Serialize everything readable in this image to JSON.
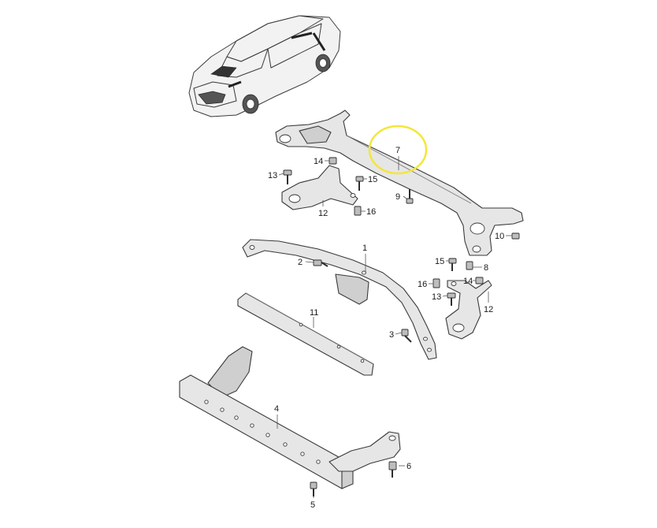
{
  "highlight_color": "#f4e63a",
  "callouts": [
    {
      "id": "c1",
      "text": "1"
    },
    {
      "id": "c2",
      "text": "2"
    },
    {
      "id": "c3",
      "text": "3"
    },
    {
      "id": "c4",
      "text": "4"
    },
    {
      "id": "c5",
      "text": "5"
    },
    {
      "id": "c6",
      "text": "6"
    },
    {
      "id": "c7",
      "text": "7"
    },
    {
      "id": "c8",
      "text": "8"
    },
    {
      "id": "c9",
      "text": "9"
    },
    {
      "id": "c10",
      "text": "10"
    },
    {
      "id": "c11",
      "text": "11"
    },
    {
      "id": "c12a",
      "text": "12"
    },
    {
      "id": "c12b",
      "text": "12"
    },
    {
      "id": "c13a",
      "text": "13"
    },
    {
      "id": "c13b",
      "text": "13"
    },
    {
      "id": "c14a",
      "text": "14"
    },
    {
      "id": "c14b",
      "text": "14"
    },
    {
      "id": "c15a",
      "text": "15"
    },
    {
      "id": "c15b",
      "text": "15"
    },
    {
      "id": "c16a",
      "text": "16"
    },
    {
      "id": "c16b",
      "text": "16"
    }
  ]
}
